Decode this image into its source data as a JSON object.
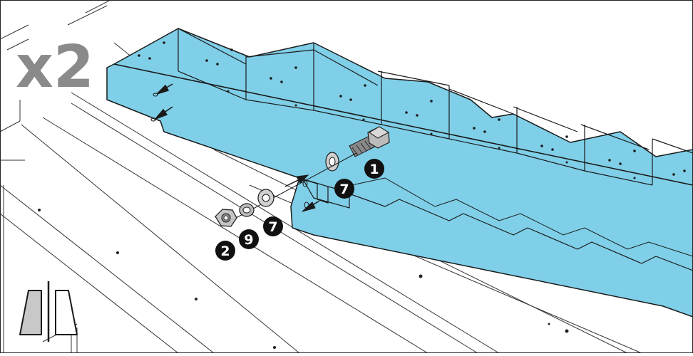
{
  "quantity_label": "x2",
  "callouts": [
    "1",
    "7",
    "7",
    "9",
    "2"
  ],
  "colors": {
    "stringer": "#7fcfe8",
    "stringer_dark": "#5bb8d6",
    "outline": "#1a1a1a",
    "floor_line": "#333333",
    "qty_gray": "#8a8a8a",
    "callout_fill": "#111111",
    "icon_fill": "#c8c8c8"
  },
  "icons": {
    "mirror_symmetry": "mirror-symmetry-icon"
  }
}
